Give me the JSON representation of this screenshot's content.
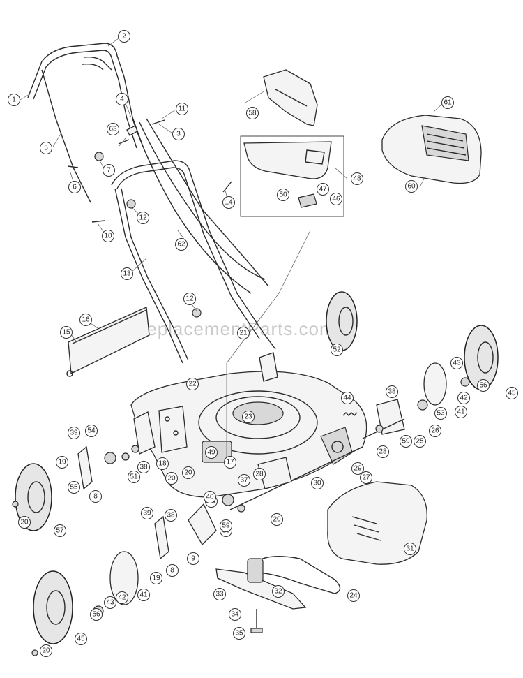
{
  "watermark": "eReplacementParts.com",
  "callouts": [
    {
      "id": "c1",
      "label": "1"
    },
    {
      "id": "c2",
      "label": "2"
    },
    {
      "id": "c3",
      "label": "3"
    },
    {
      "id": "c4",
      "label": "4"
    },
    {
      "id": "c5",
      "label": "5"
    },
    {
      "id": "c6",
      "label": "6"
    },
    {
      "id": "c7",
      "label": "7"
    },
    {
      "id": "c10",
      "label": "10"
    },
    {
      "id": "c11",
      "label": "11"
    },
    {
      "id": "c12a",
      "label": "12"
    },
    {
      "id": "c12b",
      "label": "12"
    },
    {
      "id": "c13",
      "label": "13"
    },
    {
      "id": "c14",
      "label": "14"
    },
    {
      "id": "c15",
      "label": "15"
    },
    {
      "id": "c16",
      "label": "16"
    },
    {
      "id": "c17",
      "label": "17"
    },
    {
      "id": "c18",
      "label": "18"
    },
    {
      "id": "c19a",
      "label": "19"
    },
    {
      "id": "c19b",
      "label": "19"
    },
    {
      "id": "c20a",
      "label": "20"
    },
    {
      "id": "c20b",
      "label": "20"
    },
    {
      "id": "c20c",
      "label": "20"
    },
    {
      "id": "c20d",
      "label": "20"
    },
    {
      "id": "c20e",
      "label": "20"
    },
    {
      "id": "c21",
      "label": "21"
    },
    {
      "id": "c22",
      "label": "22"
    },
    {
      "id": "c23",
      "label": "23"
    },
    {
      "id": "c24",
      "label": "24"
    },
    {
      "id": "c25",
      "label": "25"
    },
    {
      "id": "c26a",
      "label": "26"
    },
    {
      "id": "c26b",
      "label": "26"
    },
    {
      "id": "c27",
      "label": "27"
    },
    {
      "id": "c28a",
      "label": "28"
    },
    {
      "id": "c28b",
      "label": "28"
    },
    {
      "id": "c29",
      "label": "29"
    },
    {
      "id": "c30",
      "label": "30"
    },
    {
      "id": "c31",
      "label": "31"
    },
    {
      "id": "c32",
      "label": "32"
    },
    {
      "id": "c33",
      "label": "33"
    },
    {
      "id": "c34",
      "label": "34"
    },
    {
      "id": "c35",
      "label": "35"
    },
    {
      "id": "c36",
      "label": "36"
    },
    {
      "id": "c37",
      "label": "37"
    },
    {
      "id": "c38a",
      "label": "38"
    },
    {
      "id": "c38b",
      "label": "38"
    },
    {
      "id": "c38c",
      "label": "38"
    },
    {
      "id": "c39a",
      "label": "39"
    },
    {
      "id": "c39b",
      "label": "39"
    },
    {
      "id": "c40",
      "label": "40"
    },
    {
      "id": "c41a",
      "label": "41"
    },
    {
      "id": "c41b",
      "label": "41"
    },
    {
      "id": "c42a",
      "label": "42"
    },
    {
      "id": "c42b",
      "label": "42"
    },
    {
      "id": "c43a",
      "label": "43"
    },
    {
      "id": "c43b",
      "label": "43"
    },
    {
      "id": "c44",
      "label": "44"
    },
    {
      "id": "c45a",
      "label": "45"
    },
    {
      "id": "c45b",
      "label": "45"
    },
    {
      "id": "c46",
      "label": "46"
    },
    {
      "id": "c47",
      "label": "47"
    },
    {
      "id": "c48",
      "label": "48"
    },
    {
      "id": "c49",
      "label": "49"
    },
    {
      "id": "c50",
      "label": "50"
    },
    {
      "id": "c51",
      "label": "51"
    },
    {
      "id": "c52",
      "label": "52"
    },
    {
      "id": "c53",
      "label": "53"
    },
    {
      "id": "c54",
      "label": "54"
    },
    {
      "id": "c55",
      "label": "55"
    },
    {
      "id": "c56a",
      "label": "56"
    },
    {
      "id": "c56b",
      "label": "56"
    },
    {
      "id": "c57",
      "label": "57"
    },
    {
      "id": "c58",
      "label": "58"
    },
    {
      "id": "c59a",
      "label": "59"
    },
    {
      "id": "c59b",
      "label": "59"
    },
    {
      "id": "c60",
      "label": "60"
    },
    {
      "id": "c61",
      "label": "61"
    },
    {
      "id": "c62",
      "label": "62"
    },
    {
      "id": "c63",
      "label": "63"
    },
    {
      "id": "c8a",
      "label": "8"
    },
    {
      "id": "c8b",
      "label": "8"
    },
    {
      "id": "c9",
      "label": "9"
    }
  ]
}
